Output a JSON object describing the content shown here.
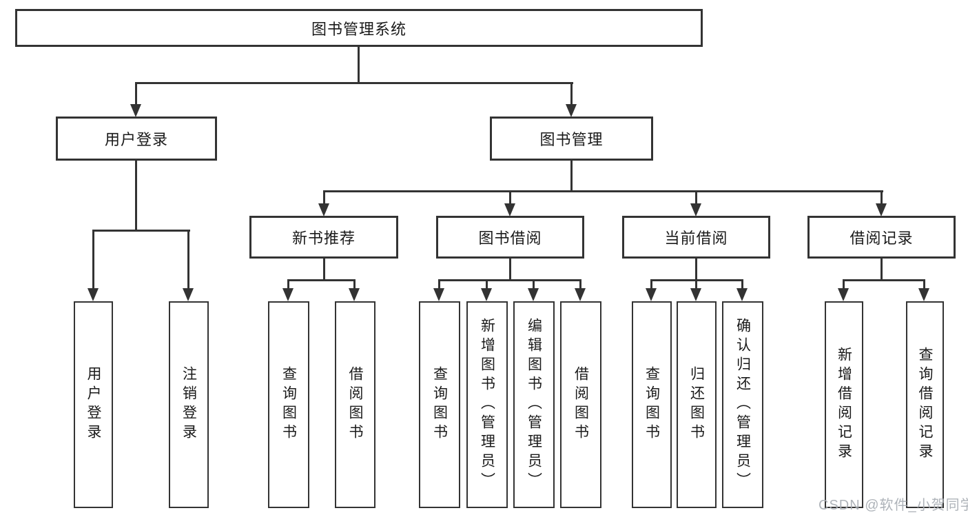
{
  "diagram": {
    "root": {
      "label": "图书管理系统"
    },
    "level1": [
      {
        "label": "用户登录"
      },
      {
        "label": "图书管理"
      }
    ],
    "level2": [
      {
        "label": "新书推荐",
        "parent": "图书管理"
      },
      {
        "label": "图书借阅",
        "parent": "图书管理"
      },
      {
        "label": "当前借阅",
        "parent": "图书管理"
      },
      {
        "label": "借阅记录",
        "parent": "图书管理"
      }
    ],
    "leaves": [
      {
        "label": "用户登录",
        "parent": "用户登录"
      },
      {
        "label": "注销登录",
        "parent": "用户登录"
      },
      {
        "label": "查询图书",
        "parent": "新书推荐"
      },
      {
        "label": "借阅图书",
        "parent": "新书推荐"
      },
      {
        "label": "查询图书",
        "parent": "图书借阅"
      },
      {
        "label": "新增图书（管理员）",
        "parent": "图书借阅"
      },
      {
        "label": "编辑图书（管理员）",
        "parent": "图书借阅"
      },
      {
        "label": "借阅图书",
        "parent": "图书借阅"
      },
      {
        "label": "查询图书",
        "parent": "当前借阅"
      },
      {
        "label": "归还图书",
        "parent": "当前借阅"
      },
      {
        "label": "确认归还（管理员）",
        "parent": "当前借阅"
      },
      {
        "label": "新增借阅记录",
        "parent": "借阅记录"
      },
      {
        "label": "查询借阅记录",
        "parent": "借阅记录"
      }
    ],
    "watermark": "CSDN @软件_小贺同学",
    "colors": {
      "line": "#333333",
      "text": "#1a1a1a",
      "background": "#ffffff",
      "watermark": "#aaafb5"
    }
  }
}
